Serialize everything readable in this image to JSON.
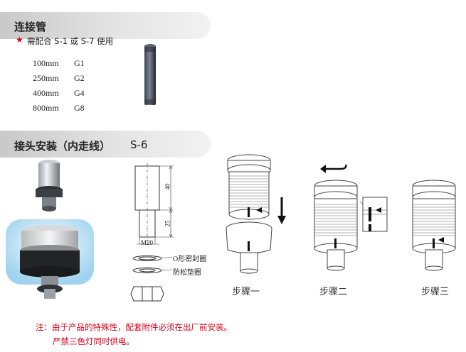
{
  "section1": {
    "title": "连接管",
    "star_icon": "★",
    "requirement": "需配合 S-1 或 S-7 使用",
    "rows": [
      {
        "length": "100mm",
        "code": "G1"
      },
      {
        "length": "250mm",
        "code": "G2"
      },
      {
        "length": "400mm",
        "code": "G4"
      },
      {
        "length": "800mm",
        "code": "G8"
      }
    ]
  },
  "section2": {
    "title": "接头安装（内走线）",
    "model": "S-6",
    "dims": {
      "top": "40",
      "bottom": "25",
      "thread": "M20"
    },
    "parts": {
      "oring": "O形密封圈",
      "washer": "防松垫圈"
    },
    "steps": [
      "步骤一",
      "步骤二",
      "步骤三"
    ]
  },
  "notes": {
    "line1": "注：由于产品的特殊性，配套附件必须在出厂前安装。",
    "line2": "严禁三色灯同时供电。"
  },
  "colors": {
    "accent_red": "#d6001c",
    "header_grey": "#d5d5d5"
  }
}
